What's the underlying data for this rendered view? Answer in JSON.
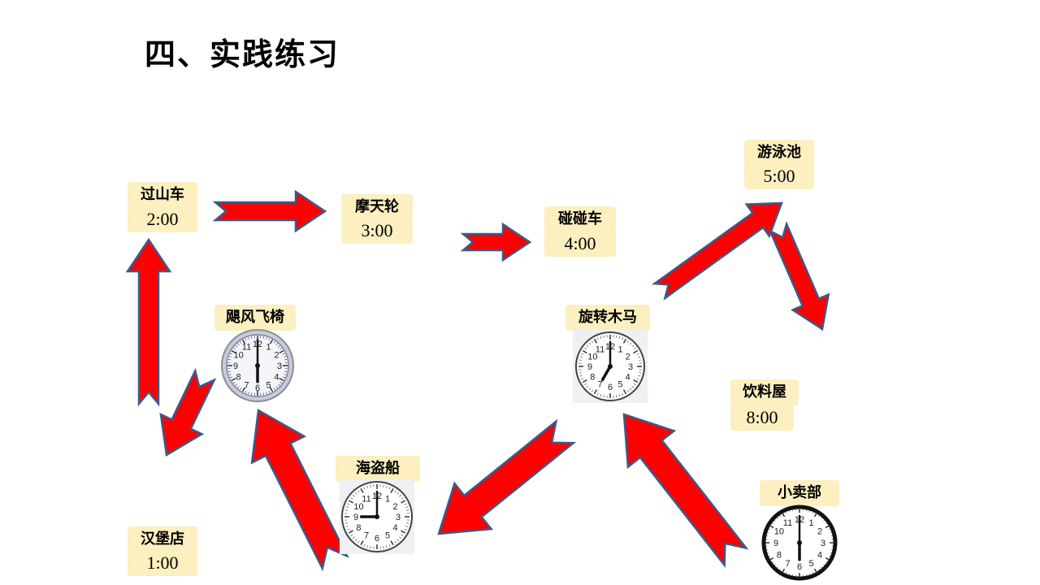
{
  "title": "四、实践练习",
  "stations": [
    {
      "name": "过山车",
      "time": "2:00"
    },
    {
      "name": "摩天轮",
      "time": "3:00"
    },
    {
      "name": "碰碰车",
      "time": "4:00"
    },
    {
      "name": "游泳池",
      "time": "5:00"
    },
    {
      "name": "飓风飞椅",
      "clock_hour": 6,
      "clock_minute": 0
    },
    {
      "name": "旋转木马",
      "clock_hour": 7,
      "clock_minute": 0
    },
    {
      "name": "饮料屋",
      "time": "8:00"
    },
    {
      "name": "海盗船",
      "clock_hour": 9,
      "clock_minute": 0
    },
    {
      "name": "小卖部",
      "clock_hour": 6,
      "clock_minute": 0
    },
    {
      "name": "汉堡店",
      "time": "1:00"
    }
  ],
  "colors": {
    "arrow_fill": "#ff0000",
    "arrow_stroke": "#3a5a8c",
    "label_bg": "#fcefc0"
  }
}
